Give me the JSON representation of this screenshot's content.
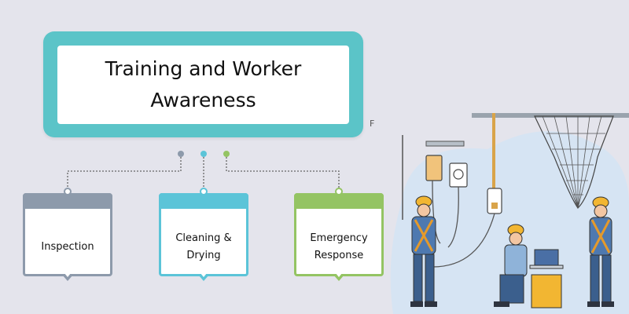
{
  "title": {
    "text": "Training and Worker Awareness"
  },
  "stray_mark": "F",
  "colors": {
    "background": "#e4e4ec",
    "title_frame": "#5bc4c8",
    "inspection": "#8d9aab",
    "cleaning": "#5bc4d8",
    "emergency": "#94c463"
  },
  "cards": [
    {
      "label": "Inspection",
      "color": "#8d9aab"
    },
    {
      "label": "Cleaning & Drying",
      "color": "#5bc4d8"
    },
    {
      "label": "Emergency Response",
      "color": "#94c463"
    }
  ],
  "illustration": {
    "icon": "workers-fall-protection-illustration"
  }
}
